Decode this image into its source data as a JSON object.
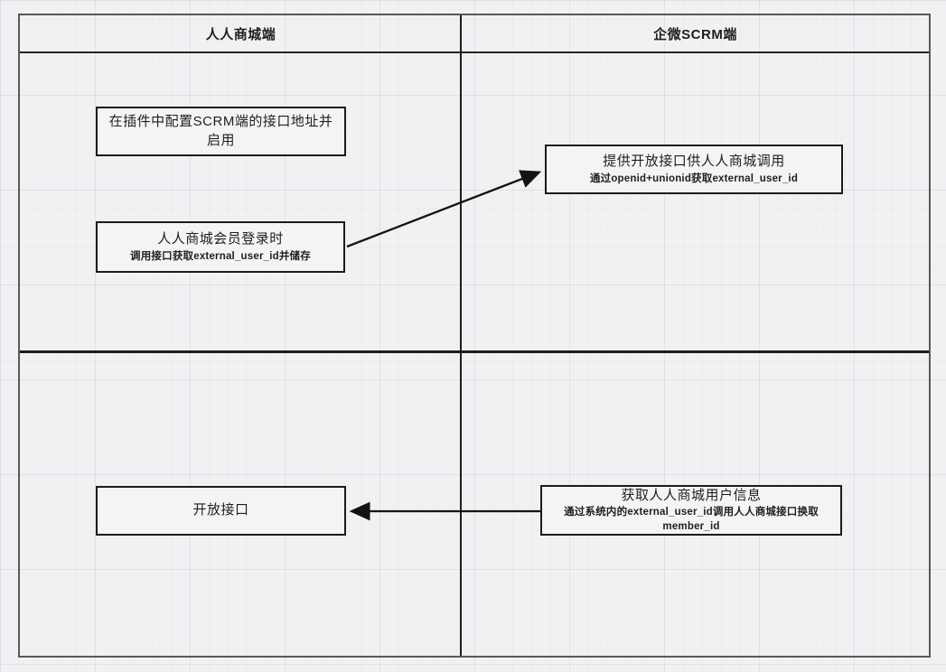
{
  "diagram": {
    "lane_headers": {
      "left": {
        "label": "人人商城端"
      },
      "right": {
        "label": "企微SCRM端"
      }
    },
    "nodes": {
      "config_plugin": {
        "title": "在插件中配置SCRM端的接口地址并启用"
      },
      "member_login": {
        "title": "人人商城会员登录时",
        "subtitle": "调用接口获取external_user_id并储存"
      },
      "provide_api": {
        "title": "提供开放接口供人人商城调用",
        "subtitle": "通过openid+unionid获取external_user_id"
      },
      "open_api": {
        "title": "开放接口"
      },
      "fetch_user": {
        "title": "获取人人商城用户信息",
        "subtitle": "通过系统内的external_user_id调用人人商城接口换取member_id"
      }
    },
    "edges": [
      {
        "from": "member_login",
        "to": "provide_api",
        "style": "arrow"
      },
      {
        "from": "fetch_user",
        "to": "open_api",
        "style": "arrow"
      }
    ],
    "colors": {
      "background": "#f1f1f3",
      "line": "#141414",
      "frame_border": "#585858",
      "node_fill": "#f4f4f6",
      "text": "#1f1f1f"
    }
  }
}
